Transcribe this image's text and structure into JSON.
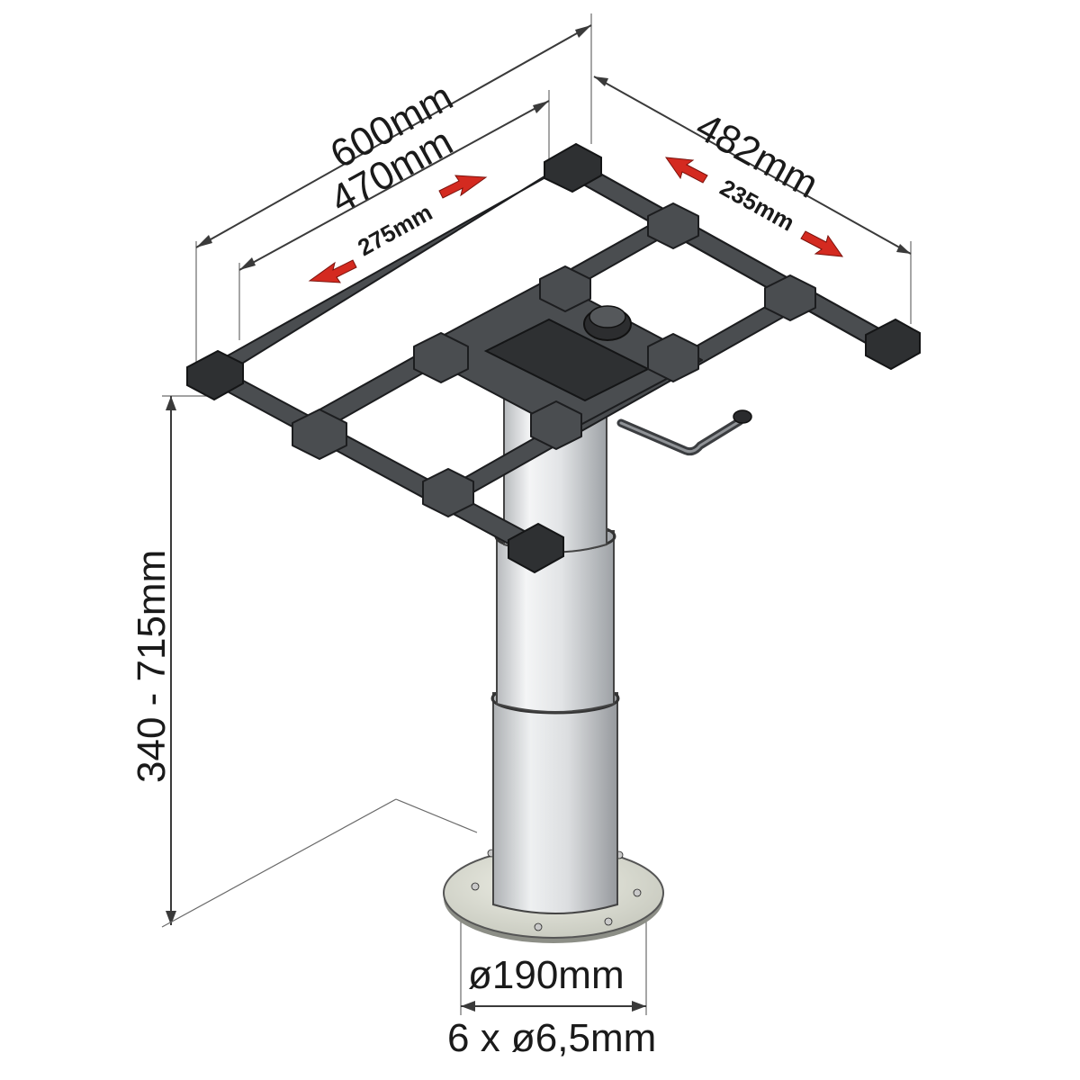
{
  "dimensions": {
    "width_outer": "600mm",
    "width_inner": "470mm",
    "slide_x": "275mm",
    "depth": "482mm",
    "slide_y": "235mm",
    "height_range": "340 - 715mm",
    "base_diameter": "ø190mm",
    "mounting_holes": "6 x ø6,5mm"
  },
  "colors": {
    "arrow": "#d42a20",
    "frame": "#4a4d50",
    "column": "#e4e6e8",
    "base_plate": "#d8d9cf"
  }
}
